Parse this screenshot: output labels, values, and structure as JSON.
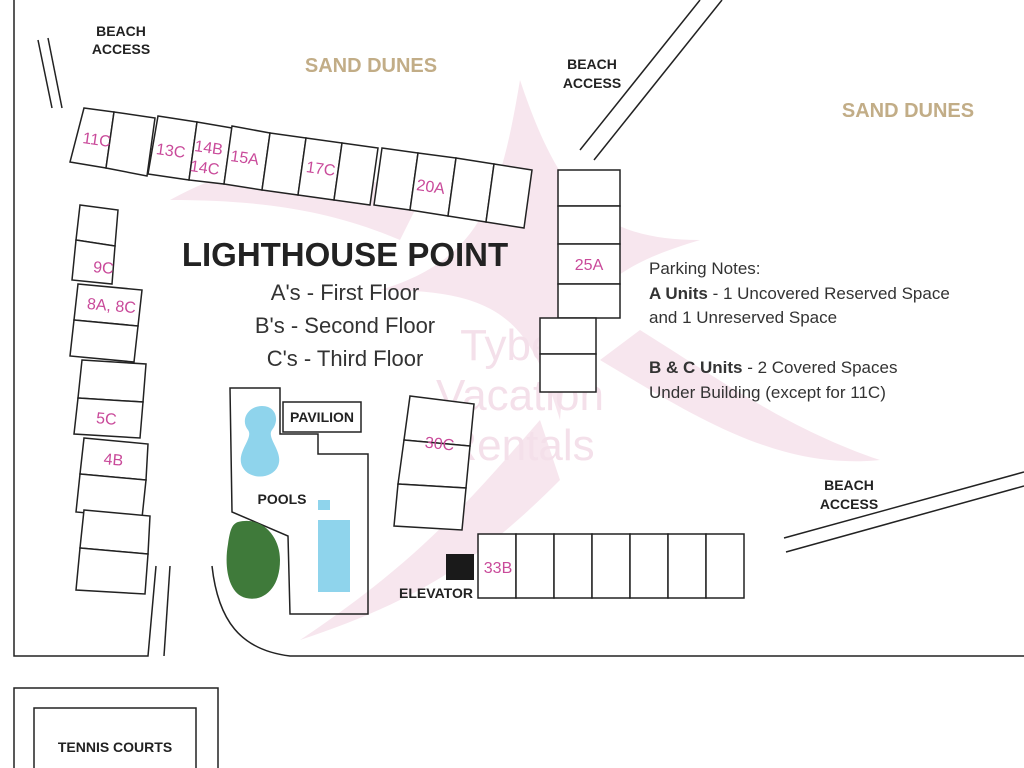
{
  "map": {
    "title": "LIGHTHOUSE POINT",
    "floors": [
      "A's - First Floor",
      "B's - Second Floor",
      "C's - Third Floor"
    ],
    "beach_access_lines": [
      "BEACH",
      "ACCESS"
    ],
    "sand_dunes": "SAND DUNES",
    "pavilion": "PAVILION",
    "pools": "POOLS",
    "elevator": "ELEVATOR",
    "tennis_courts": "TENNIS COURTS",
    "watermark_lines": [
      "Tybee",
      "Vacation",
      "Rentals"
    ],
    "units": {
      "u11c": "11C",
      "u13c": "13C",
      "u14b": "14B",
      "u14c": "14C",
      "u15a": "15A",
      "u17c": "17C",
      "u20a": "20A",
      "u25a": "25A",
      "u9c": "9C",
      "u8a8c": "8A, 8C",
      "u5c": "5C",
      "u4b": "4B",
      "u30c": "30C",
      "u33b": "33B"
    },
    "colors": {
      "unit_label": "#c94a9a",
      "sand_dunes": "#c2ad87",
      "pool": "#8fd4ec",
      "green_area": "#3f7a3a",
      "elevator": "#1a1a1a",
      "watermark": "#f4e0ea"
    }
  },
  "notes": {
    "heading": "Parking Notes:",
    "a_label": "A Units",
    "a_text_1": " - 1 Uncovered Reserved Space",
    "a_text_2": "and 1 Unreserved Space",
    "bc_label": "B & C Units",
    "bc_text_1": " - 2 Covered Spaces",
    "bc_text_2": "Under Building (except for 11C)"
  }
}
